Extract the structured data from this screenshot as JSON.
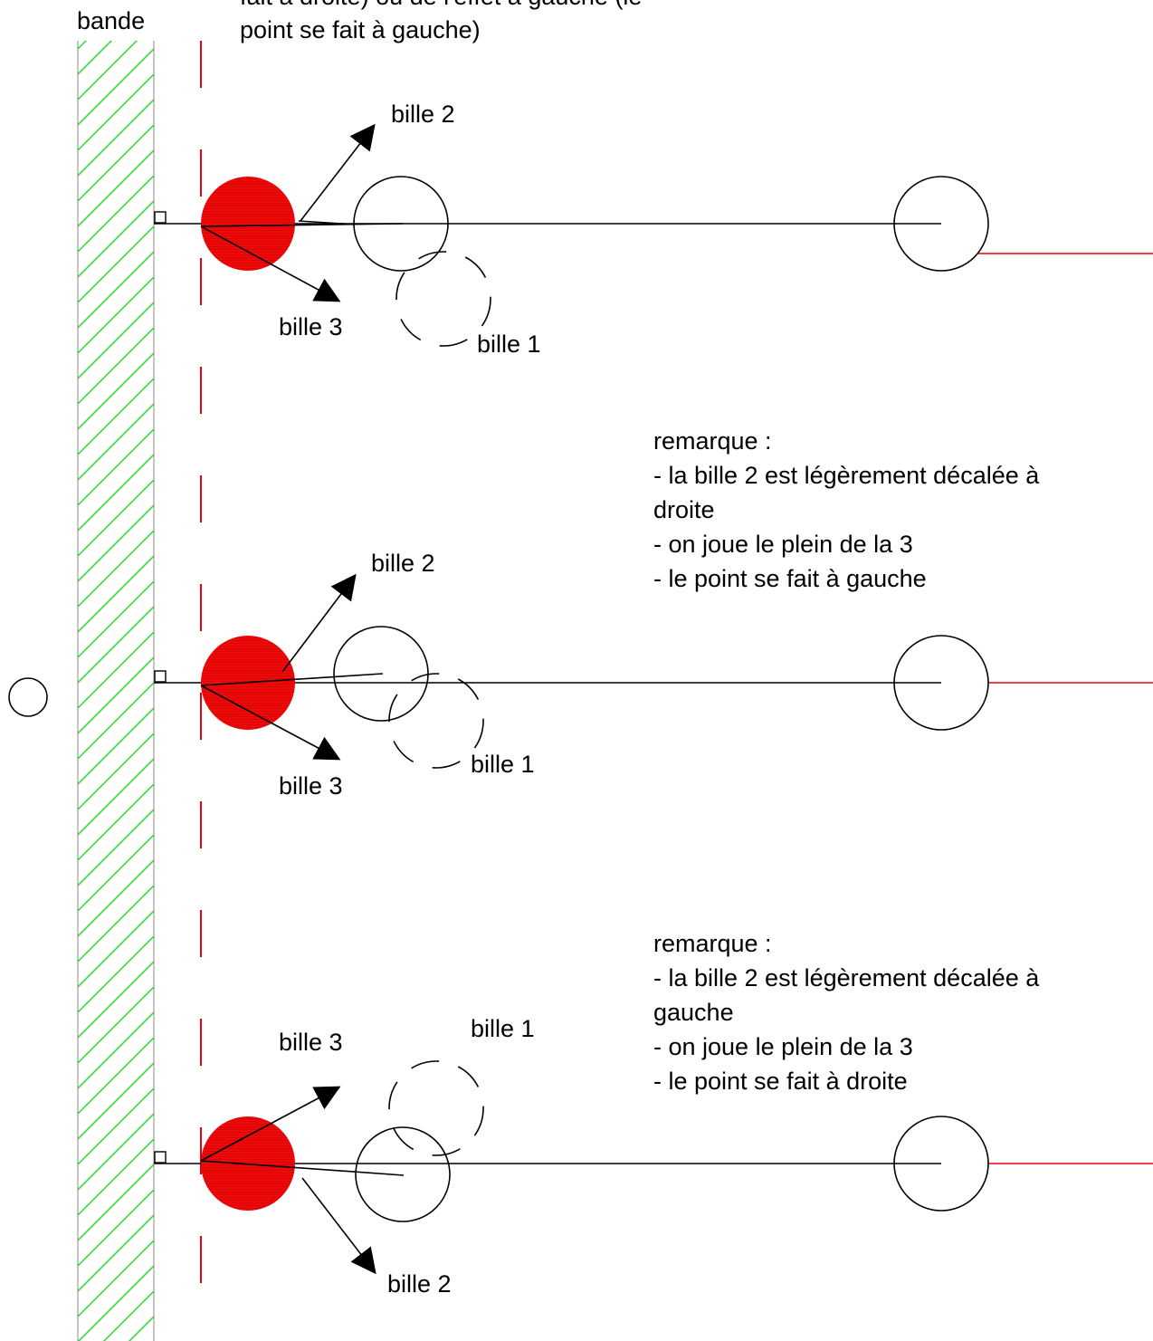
{
  "labels": {
    "cushion": "bande",
    "header_line1": "fait à droite) ou de l'effet à gauche (le",
    "header_line2": "point se fait à gauche)",
    "ball2": "bille 2",
    "ball3": "bille 3",
    "ball1": "bille 1"
  },
  "notes": {
    "middle": {
      "title": "remarque :",
      "lines": [
        "- la bille 2 est légèrement décalée à",
        "droite",
        "- on joue le plein de la 3",
        "- le point se fait à gauche"
      ]
    },
    "bottom": {
      "title": "remarque :",
      "lines": [
        "- la bille 2 est légèrement décalée à",
        "gauche",
        "- on joue le plein de la 3",
        "- le point se fait à droite"
      ]
    }
  },
  "colors": {
    "cue_ball": "#ee0a0a",
    "cushion_hatch": "#33dd33",
    "guide_line": "#e8000b",
    "ink": "#000000"
  }
}
